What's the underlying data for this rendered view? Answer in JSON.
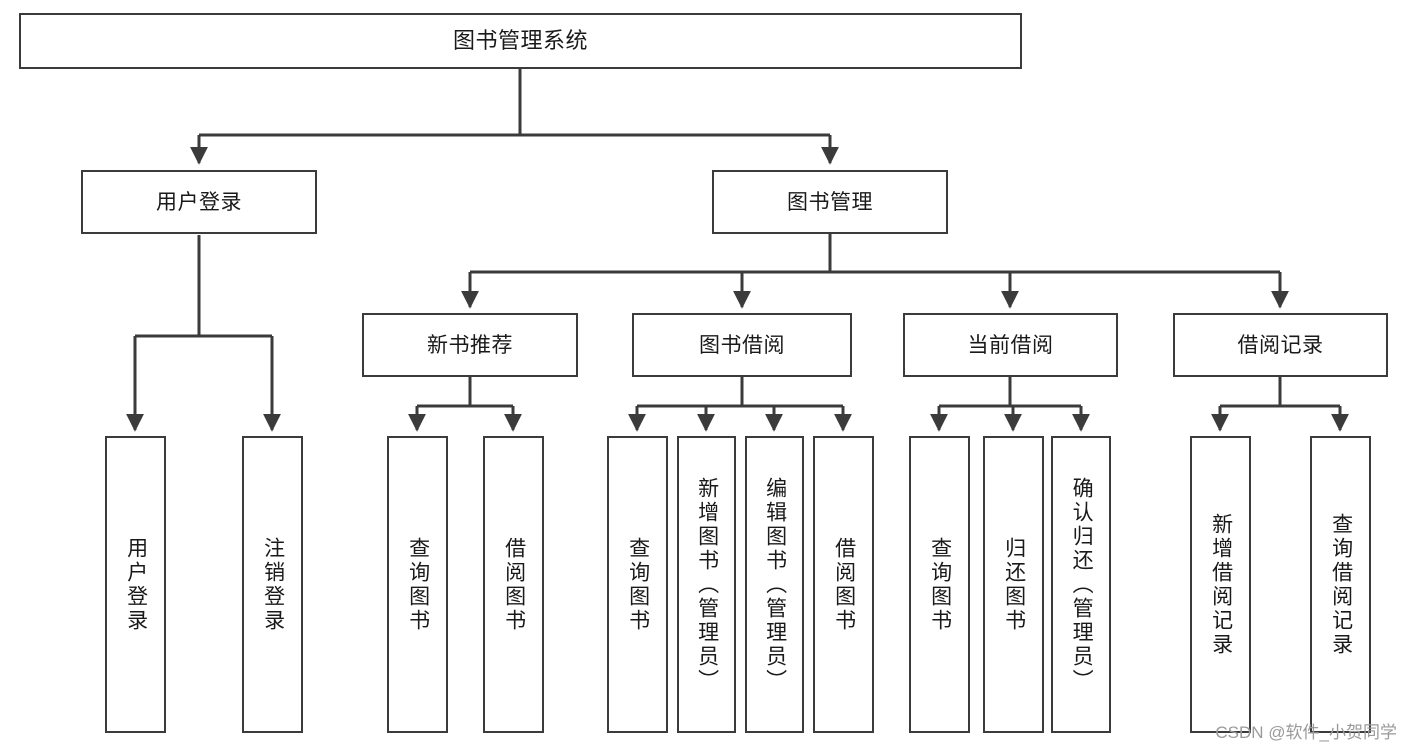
{
  "diagram": {
    "kind": "hierarchy-tree",
    "title_node": {
      "label": "图书管理系统"
    },
    "level2": [
      {
        "id": "user-login",
        "label": "用户登录"
      },
      {
        "id": "book-management",
        "label": "图书管理"
      }
    ],
    "level3": [
      {
        "id": "new-book-recommend",
        "label": "新书推荐"
      },
      {
        "id": "book-borrow",
        "label": "图书借阅"
      },
      {
        "id": "current-borrow",
        "label": "当前借阅"
      },
      {
        "id": "borrow-record",
        "label": "借阅记录"
      }
    ],
    "leaves": [
      {
        "id": "leaf-user-login",
        "label": "用户登录",
        "parent": "user-login"
      },
      {
        "id": "leaf-user-logout",
        "label": "注销登录",
        "parent": "user-login"
      },
      {
        "id": "leaf-query-book-1",
        "label": "查询图书",
        "parent": "new-book-recommend"
      },
      {
        "id": "leaf-borrow-book-1",
        "label": "借阅图书",
        "parent": "new-book-recommend"
      },
      {
        "id": "leaf-query-book-2",
        "label": "查询图书",
        "parent": "book-borrow"
      },
      {
        "id": "leaf-add-book",
        "label": "新增图书（管理员）",
        "parent": "book-borrow"
      },
      {
        "id": "leaf-edit-book",
        "label": "编辑图书（管理员）",
        "parent": "book-borrow"
      },
      {
        "id": "leaf-borrow-book-2",
        "label": "借阅图书",
        "parent": "book-borrow"
      },
      {
        "id": "leaf-query-book-3",
        "label": "查询图书",
        "parent": "current-borrow"
      },
      {
        "id": "leaf-return-book",
        "label": "归还图书",
        "parent": "current-borrow"
      },
      {
        "id": "leaf-confirm-return",
        "label": "确认归还（管理员）",
        "parent": "current-borrow"
      },
      {
        "id": "leaf-add-record",
        "label": "新增借阅记录",
        "parent": "borrow-record"
      },
      {
        "id": "leaf-query-record",
        "label": "查询借阅记录",
        "parent": "borrow-record"
      }
    ]
  },
  "watermark": {
    "text": "CSDN @软件_小贺同学"
  },
  "colors": {
    "stroke": "#3b3b3b",
    "background": "#ffffff",
    "text": "#1a1a1a",
    "watermark": "#9a9a9a"
  }
}
